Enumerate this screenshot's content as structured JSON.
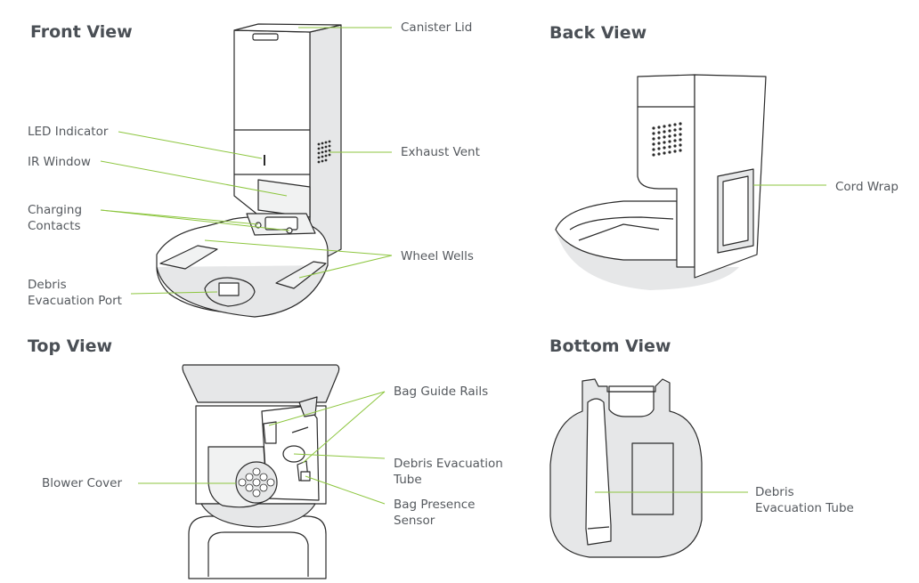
{
  "colors": {
    "leader": "#8dc63f",
    "outline": "#2b2b2b",
    "body_fill": "#ffffff",
    "shade": "#e6e7e8",
    "dark_shade": "#d4d5d7",
    "title_text": "#4a4f55",
    "label_text": "#55595e"
  },
  "views": {
    "front": {
      "title": "Front View",
      "labels": {
        "canister_lid": "Canister Lid",
        "led_indicator": "LED Indicator",
        "ir_window": "IR Window",
        "exhaust_vent": "Exhaust Vent",
        "charging_contacts_1": "Charging",
        "charging_contacts_2": "Contacts",
        "wheel_wells": "Wheel Wells",
        "debris_port_1": "Debris",
        "debris_port_2": "Evacuation Port"
      }
    },
    "back": {
      "title": "Back View",
      "labels": {
        "cord_wrap": "Cord Wrap"
      }
    },
    "top": {
      "title": "Top View",
      "labels": {
        "blower_cover": "Blower Cover",
        "bag_guide_rails": "Bag Guide Rails",
        "debris_tube_1": "Debris Evacuation",
        "debris_tube_2": "Tube",
        "bag_sensor_1": "Bag Presence",
        "bag_sensor_2": "Sensor"
      }
    },
    "bottom": {
      "title": "Bottom View",
      "labels": {
        "debris_tube_1": "Debris",
        "debris_tube_2": "Evacuation Tube"
      }
    }
  }
}
